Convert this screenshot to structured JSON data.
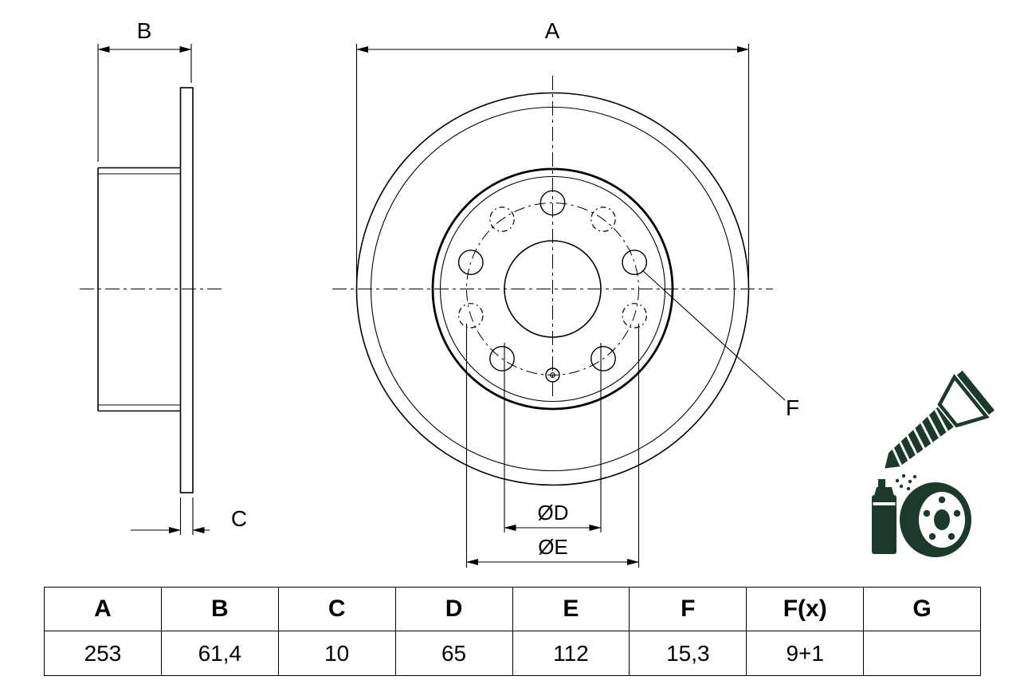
{
  "drawing": {
    "labels": {
      "a": "A",
      "b": "B",
      "c": "C",
      "d": "ØD",
      "e": "ØE",
      "f": "F"
    }
  },
  "icons": {
    "color": "#1b3a2b",
    "screw": "countersunk-screw",
    "spray": "spray-coated-hub"
  },
  "table": {
    "headers": [
      "A",
      "B",
      "C",
      "D",
      "E",
      "F",
      "F(x)",
      "G"
    ],
    "values": [
      "253",
      "61,4",
      "10",
      "65",
      "112",
      "15,3",
      "9+1",
      ""
    ]
  }
}
